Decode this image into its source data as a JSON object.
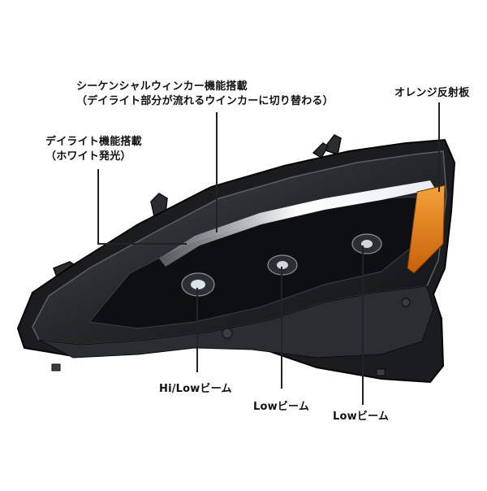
{
  "annotations": {
    "sequential_turn": {
      "line1": "シーケンシャルウィンカー機能搭載",
      "line2": "（デイライト部分が流れるウインカーに切り替わる）"
    },
    "daylight": {
      "line1": "デイライト機能搭載",
      "line2": "（ホワイト発光）"
    },
    "orange_reflector": "オレンジ反射板",
    "hi_low_beam": "Hi/Lowビーム",
    "low_beam_center": "Lowビーム",
    "low_beam_right": "Lowビーム"
  },
  "colors": {
    "housing": "#1a1c1f",
    "lens_edge": "#3a3d42",
    "amber_reflector": "#e07a12",
    "drl_white": "#f4f6fa",
    "leader_line": "#222222"
  }
}
